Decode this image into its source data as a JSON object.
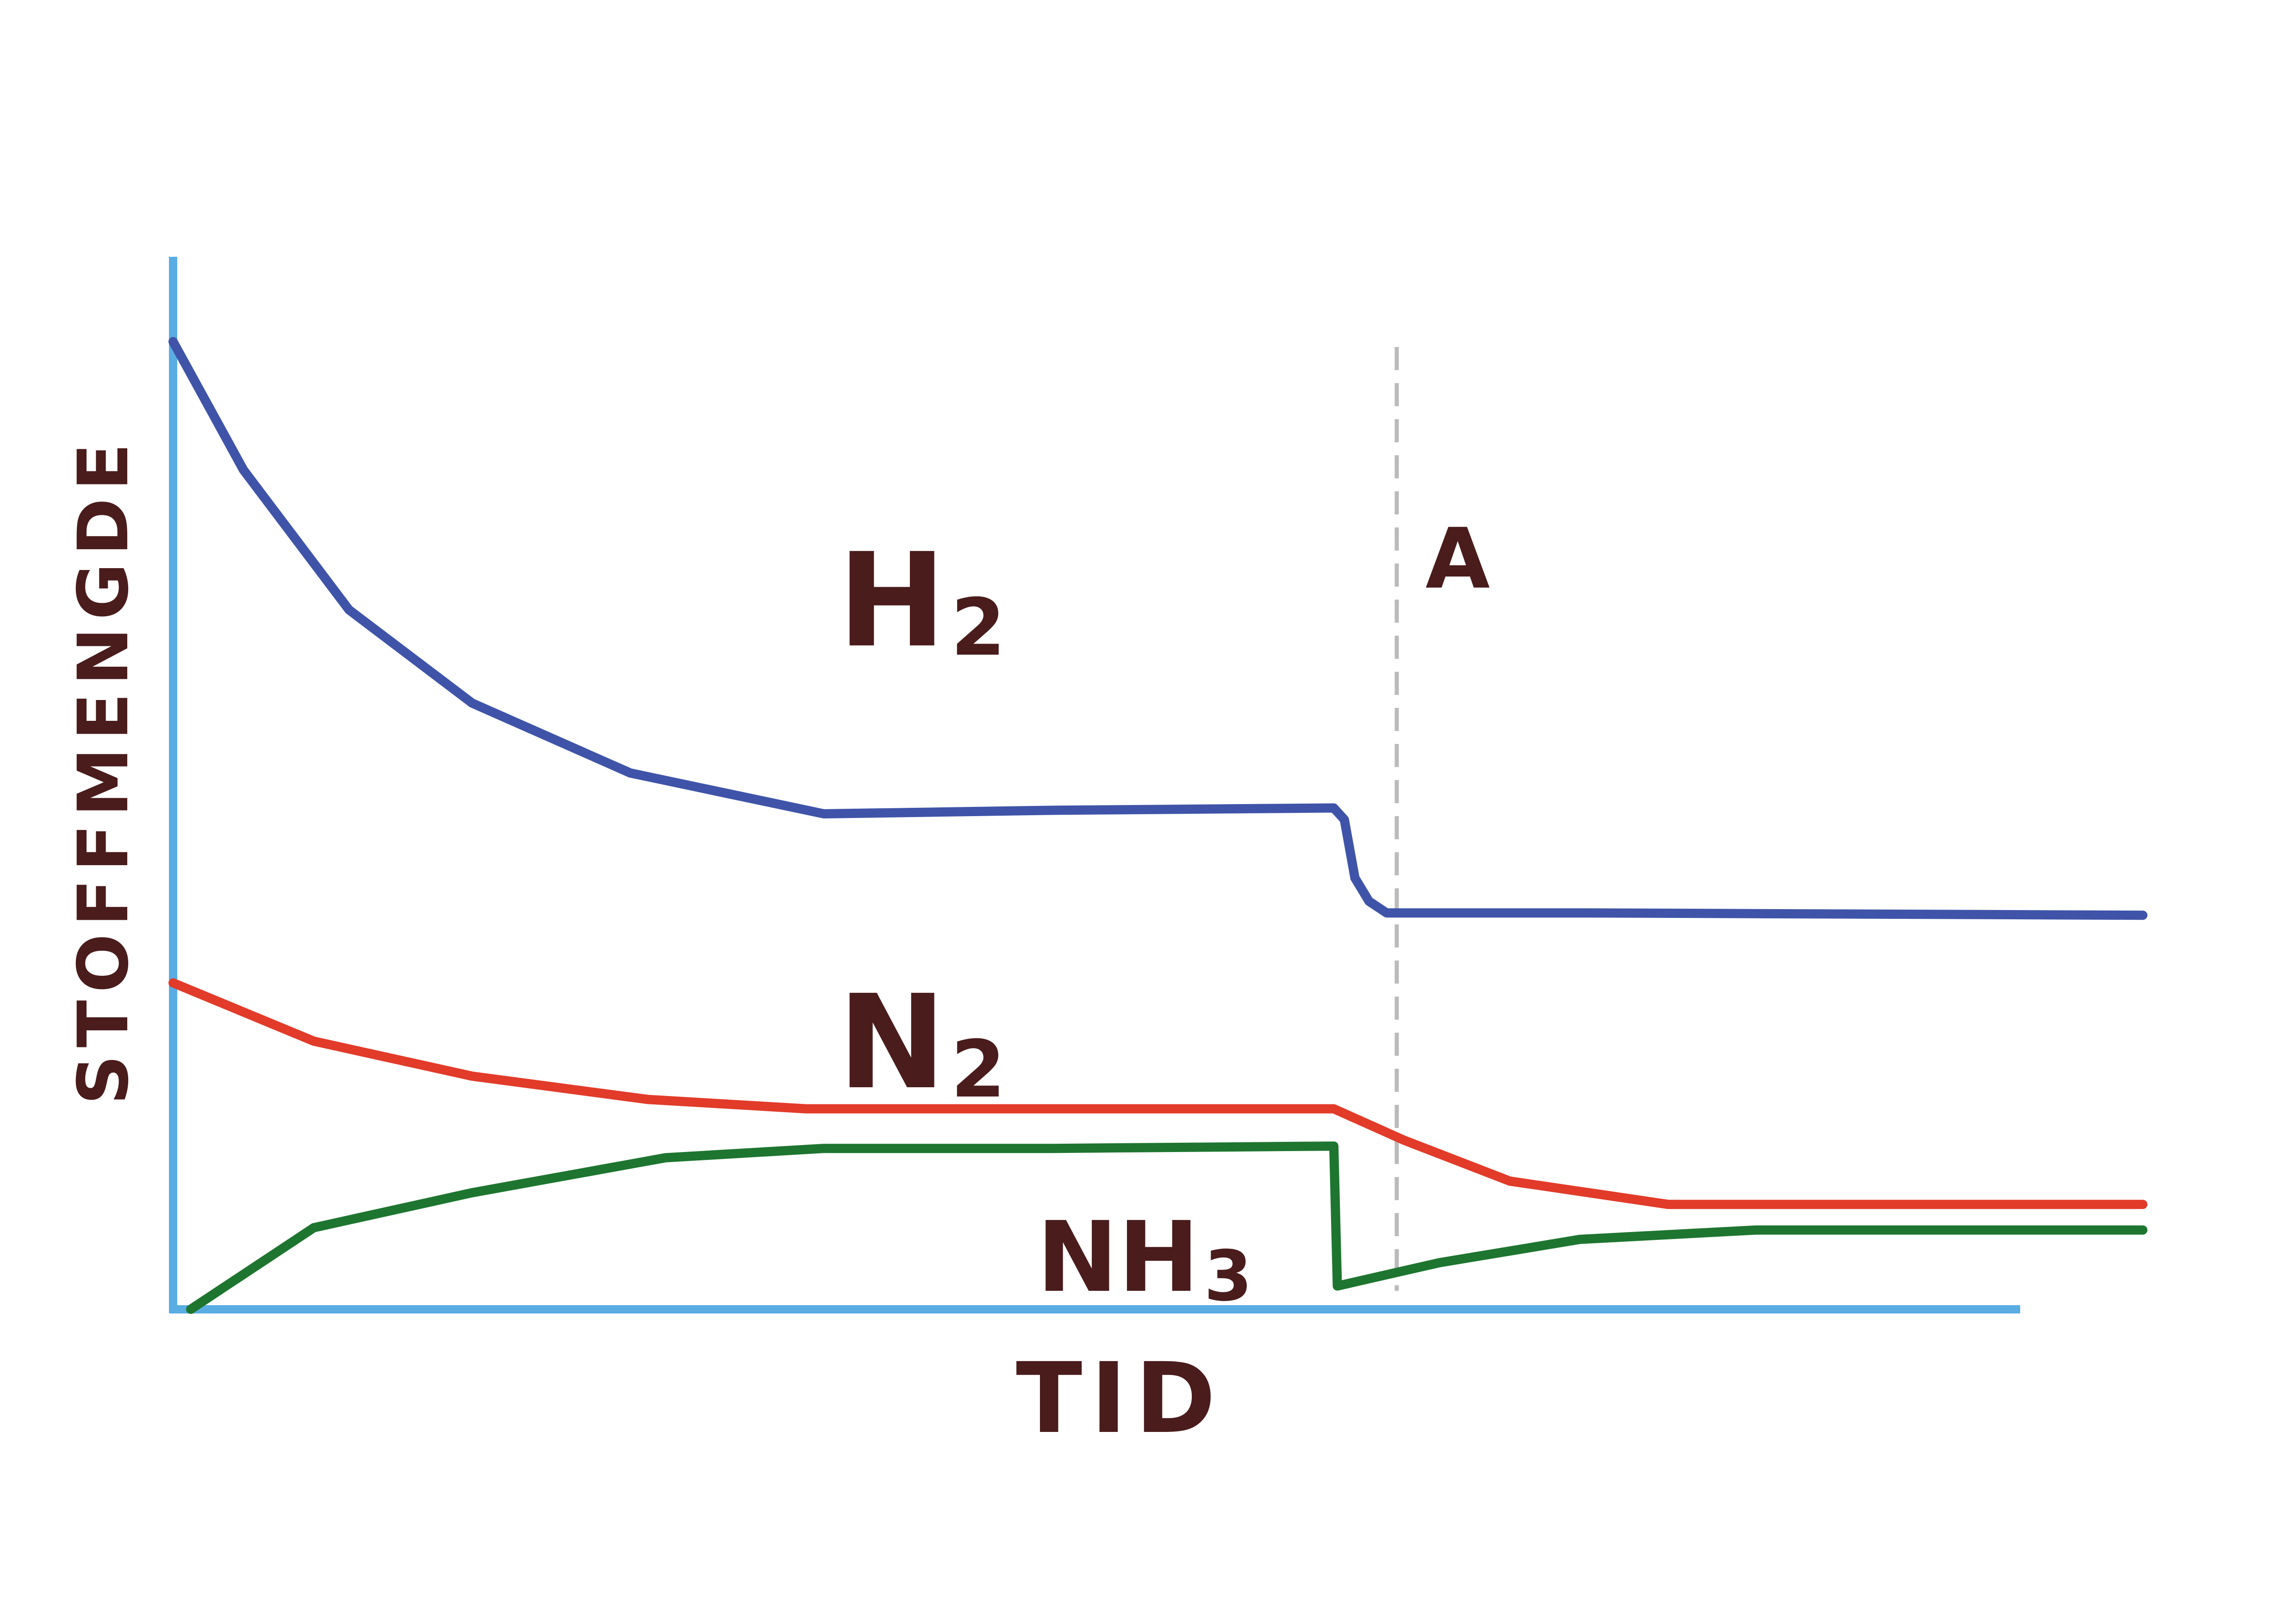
{
  "chart_data": {
    "type": "line",
    "xlabel": "TID",
    "ylabel": "STOFFMENGDE",
    "xlim": [
      0,
      10
    ],
    "ylim": [
      0,
      10
    ],
    "grid": false,
    "legend": "none",
    "axis_color": "#5aade3",
    "annotations": [
      {
        "text": "A",
        "x": 6.6,
        "kind": "vertical-dashed-line",
        "color": "#bbbbbb"
      }
    ],
    "series": [
      {
        "label_main": "H",
        "label_sub": "2",
        "color": "#3f54a8",
        "x": [
          0,
          0.4,
          1.0,
          1.7,
          2.6,
          3.7,
          5.0,
          6.6,
          6.66,
          6.72,
          6.8,
          6.9,
          8.0,
          11.2
        ],
        "y": [
          8.3,
          7.2,
          6.0,
          5.2,
          4.6,
          4.25,
          4.28,
          4.3,
          4.2,
          3.7,
          3.5,
          3.4,
          3.4,
          3.38
        ]
      },
      {
        "label_main": "N",
        "label_sub": "2",
        "color": "#e23b2a",
        "x": [
          0,
          0.8,
          1.7,
          2.7,
          3.6,
          5.0,
          6.6,
          7.0,
          7.6,
          8.5,
          9.5,
          11.2
        ],
        "y": [
          2.8,
          2.3,
          2.0,
          1.8,
          1.72,
          1.72,
          1.72,
          1.45,
          1.1,
          0.9,
          0.9,
          0.9
        ]
      },
      {
        "label_main": "NH",
        "label_sub": "3",
        "color": "#1e7530",
        "x": [
          0.1,
          0.8,
          1.7,
          2.8,
          3.7,
          5.0,
          6.6,
          6.6,
          6.62,
          7.2,
          8.0,
          9.0,
          11.2
        ],
        "y": [
          0.0,
          0.7,
          1.0,
          1.3,
          1.38,
          1.38,
          1.4,
          1.4,
          0.2,
          0.4,
          0.6,
          0.68,
          0.68
        ]
      }
    ]
  }
}
